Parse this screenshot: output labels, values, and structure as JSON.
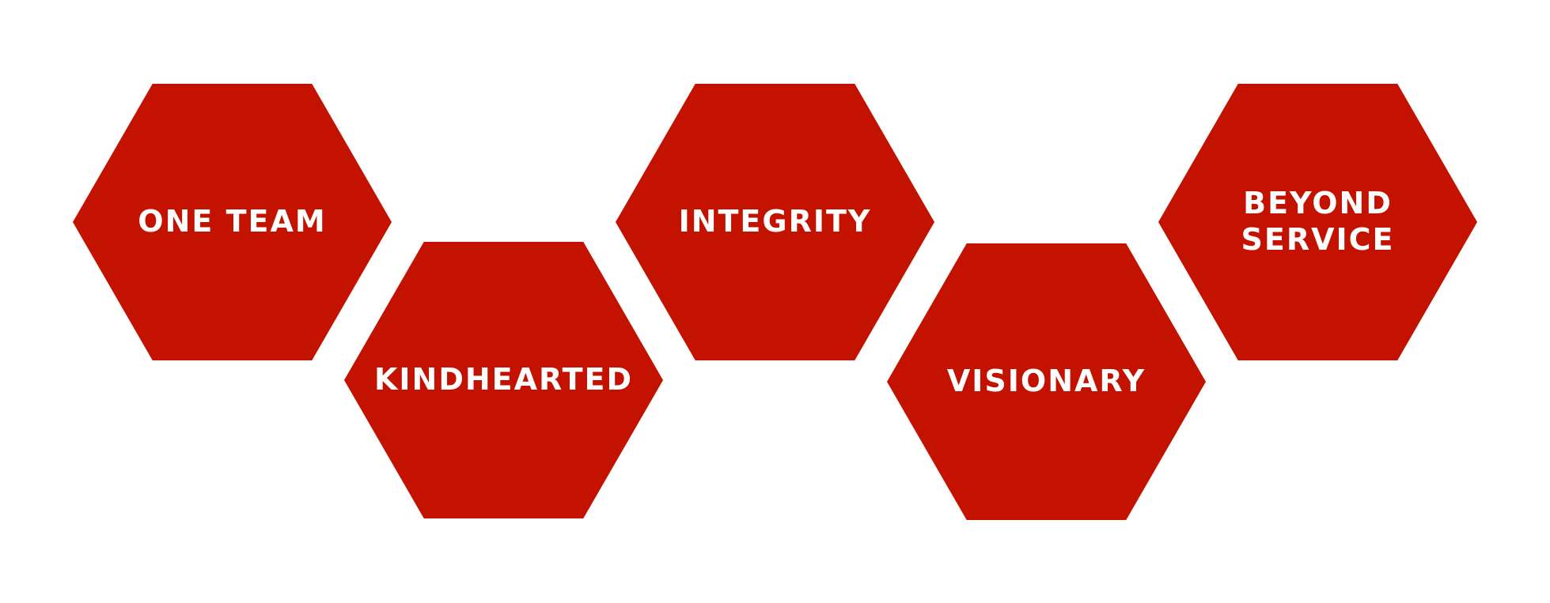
{
  "colors": {
    "hexagon_fill": "#c41200",
    "label_text": "#ffffff",
    "background": "#ffffff"
  },
  "values": [
    {
      "label": "ONE TEAM"
    },
    {
      "label": "KINDHEARTED"
    },
    {
      "label": "INTEGRITY"
    },
    {
      "label": "VISIONARY"
    },
    {
      "label": "BEYOND\nSERVICE"
    }
  ]
}
